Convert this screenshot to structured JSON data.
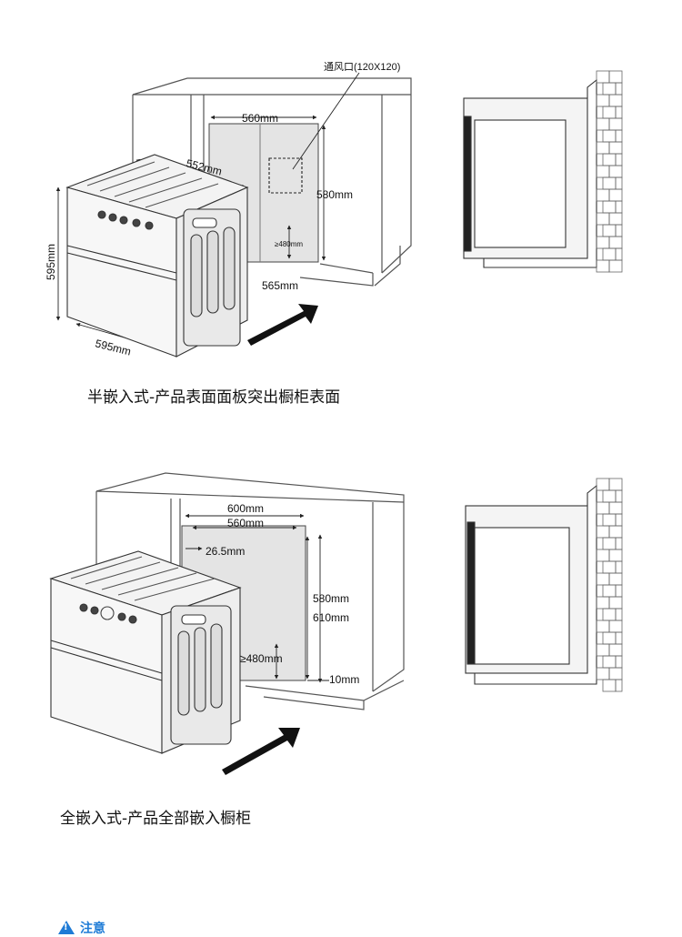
{
  "top": {
    "vent_label": "通风口(120X120)",
    "dims": {
      "width_560": "560mm",
      "top_552": "552mm",
      "height_580": "580mm",
      "clear_480": "≥480mm",
      "depth_565": "565mm",
      "height_595": "595mm",
      "width_595": "595mm"
    },
    "caption": "半嵌入式-产品表面面板突出橱柜表面"
  },
  "bottom": {
    "dims": {
      "width_600": "600mm",
      "width_560": "560mm",
      "offset_26": "26.5mm",
      "height_580": "580mm",
      "height_610": "610mm",
      "clear_480": "≥480mm",
      "gap_10": "10mm"
    },
    "caption": "全嵌入式-产品全部嵌入橱柜"
  },
  "notice": {
    "label": "注意",
    "icon": "warning-icon",
    "color": "#1e7bd6"
  }
}
